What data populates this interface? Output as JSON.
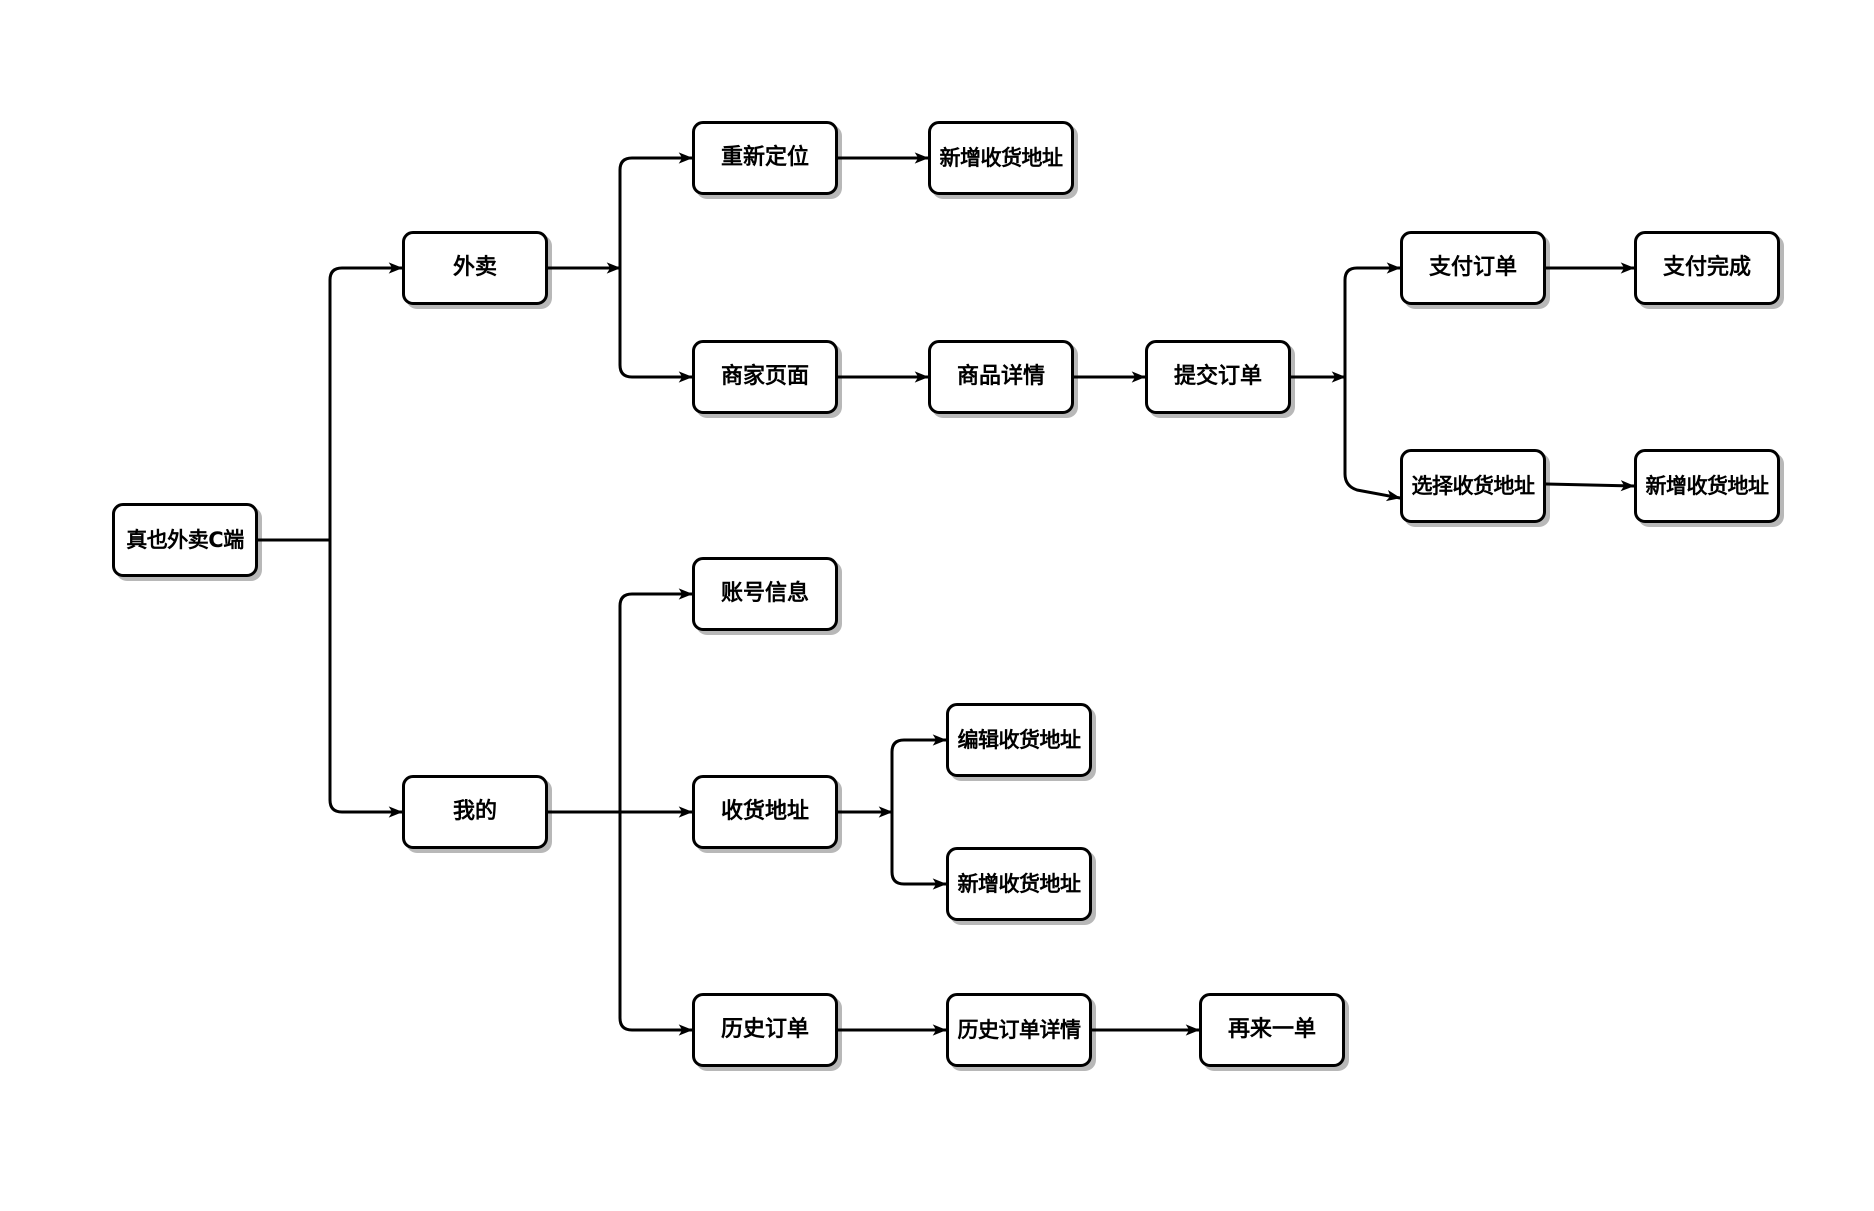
{
  "diagram": {
    "nodes": {
      "root": "真也外卖C端",
      "takeout": "外卖",
      "relocate": "重新定位",
      "add_address_1": "新增收货地址",
      "merchant_page": "商家页面",
      "product_detail": "商品详情",
      "submit_order": "提交订单",
      "pay_order": "支付订单",
      "pay_done": "支付完成",
      "select_address": "选择收货地址",
      "add_address_2": "新增收货地址",
      "mine": "我的",
      "account_info": "账号信息",
      "delivery_address": "收货地址",
      "edit_address": "编辑收货地址",
      "add_address_3": "新增收货地址",
      "order_history": "历史订单",
      "order_history_detail": "历史订单详情",
      "reorder": "再来一单"
    },
    "edges": [
      [
        "root",
        "takeout"
      ],
      [
        "root",
        "mine"
      ],
      [
        "takeout",
        "relocate"
      ],
      [
        "takeout",
        "merchant_page"
      ],
      [
        "relocate",
        "add_address_1"
      ],
      [
        "merchant_page",
        "product_detail"
      ],
      [
        "product_detail",
        "submit_order"
      ],
      [
        "submit_order",
        "pay_order"
      ],
      [
        "submit_order",
        "select_address"
      ],
      [
        "pay_order",
        "pay_done"
      ],
      [
        "select_address",
        "add_address_2"
      ],
      [
        "mine",
        "account_info"
      ],
      [
        "mine",
        "delivery_address"
      ],
      [
        "mine",
        "order_history"
      ],
      [
        "delivery_address",
        "edit_address"
      ],
      [
        "delivery_address",
        "add_address_3"
      ],
      [
        "order_history",
        "order_history_detail"
      ],
      [
        "order_history_detail",
        "reorder"
      ]
    ]
  }
}
